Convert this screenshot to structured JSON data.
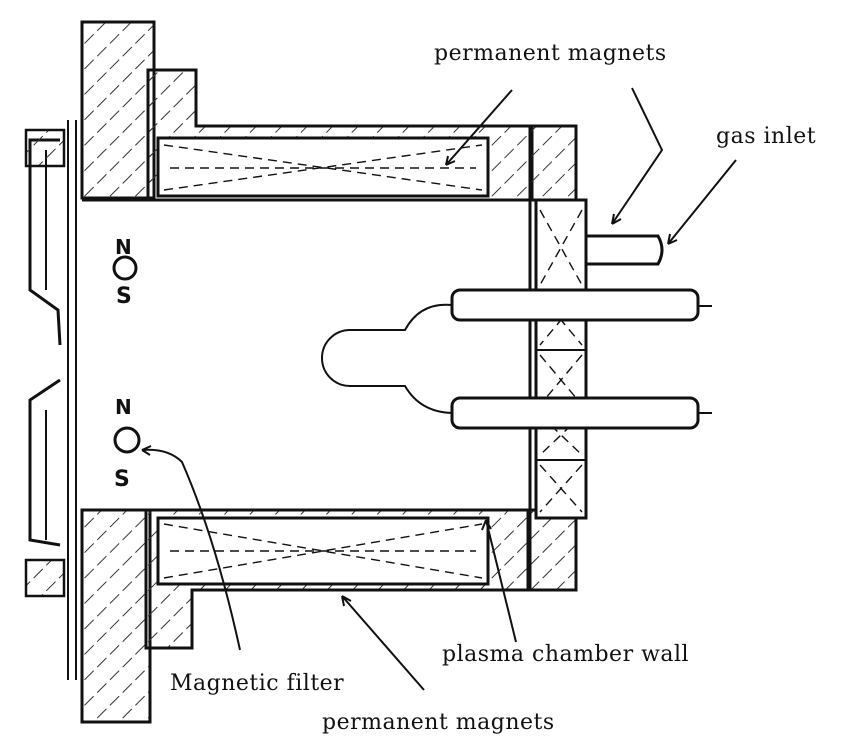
{
  "labels": {
    "permanent_magnets_top": "permanent magnets",
    "gas_inlet": "gas inlet",
    "plasma_chamber_wall": "plasma chamber wall",
    "magnetic_filter": "Magnetic filter",
    "permanent_magnets_bottom": "permanent magnets"
  },
  "poles": {
    "upper": {
      "north": "N",
      "south": "S"
    },
    "lower": {
      "north": "N",
      "south": "S"
    }
  },
  "colors": {
    "ink": "#111111",
    "background": "#ffffff",
    "hatch": "#333333"
  }
}
